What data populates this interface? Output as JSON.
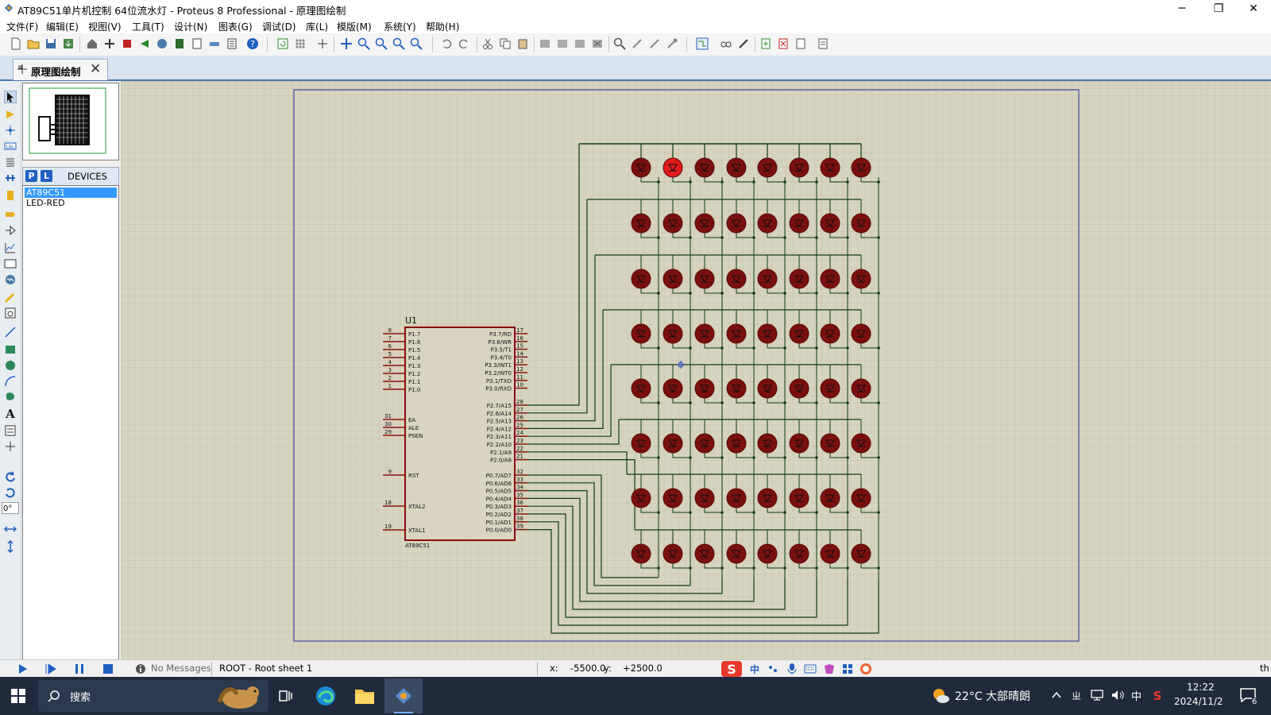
{
  "window": {
    "title": "AT89C51单片机控制 64位流水灯 - Proteus 8 Professional - 原理图绘制",
    "minimize_glyph": "─",
    "maximize_glyph": "❐",
    "close_glyph": "✕"
  },
  "menu": {
    "items": [
      "文件(F)",
      "编辑(E)",
      "视图(V)",
      "工具(T)",
      "设计(N)",
      "图表(G)",
      "调试(D)",
      "库(L)",
      "模版(M)",
      "系统(Y)",
      "帮助(H)"
    ]
  },
  "tab": {
    "label": "原理图绘制",
    "close_glyph": "✕"
  },
  "devices": {
    "p_label": "P",
    "l_label": "L",
    "header": "DEVICES",
    "items": [
      "AT89C51",
      "LED-RED"
    ],
    "selected": "AT89C51"
  },
  "rotation": {
    "value": "0°"
  },
  "schematic": {
    "chip_ref": "U1",
    "chip_name": "AT89C51",
    "left_pins": [
      {
        "num": "8",
        "name": "P1.7"
      },
      {
        "num": "7",
        "name": "P1.6"
      },
      {
        "num": "6",
        "name": "P1.5"
      },
      {
        "num": "5",
        "name": "P1.4"
      },
      {
        "num": "4",
        "name": "P1.3"
      },
      {
        "num": "3",
        "name": "P1.2"
      },
      {
        "num": "2",
        "name": "P1.1"
      },
      {
        "num": "1",
        "name": "P1.0"
      },
      {
        "num": "31",
        "name": "EA"
      },
      {
        "num": "30",
        "name": "ALE"
      },
      {
        "num": "29",
        "name": "PSEN"
      },
      {
        "num": "9",
        "name": "RST"
      },
      {
        "num": "18",
        "name": "XTAL2"
      },
      {
        "num": "19",
        "name": "XTAL1"
      }
    ],
    "p3_pins": [
      {
        "num": "17",
        "name": "P3.7/RD"
      },
      {
        "num": "16",
        "name": "P3.6/WR"
      },
      {
        "num": "15",
        "name": "P3.5/T1"
      },
      {
        "num": "14",
        "name": "P3.4/T0"
      },
      {
        "num": "13",
        "name": "P3.3/INT1"
      },
      {
        "num": "12",
        "name": "P3.2/INT0"
      },
      {
        "num": "11",
        "name": "P3.1/TXD"
      },
      {
        "num": "10",
        "name": "P3.0/RXD"
      }
    ],
    "p2_pins": [
      {
        "num": "28",
        "name": "P2.7/A15"
      },
      {
        "num": "27",
        "name": "P2.6/A14"
      },
      {
        "num": "26",
        "name": "P2.5/A13"
      },
      {
        "num": "25",
        "name": "P2.4/A12"
      },
      {
        "num": "24",
        "name": "P2.3/A11"
      },
      {
        "num": "23",
        "name": "P2.2/A10"
      },
      {
        "num": "22",
        "name": "P2.1/A9"
      },
      {
        "num": "21",
        "name": "P2.0/A8"
      }
    ],
    "p0_pins": [
      {
        "num": "32",
        "name": "P0.7/AD7"
      },
      {
        "num": "33",
        "name": "P0.6/AD6"
      },
      {
        "num": "34",
        "name": "P0.5/AD5"
      },
      {
        "num": "35",
        "name": "P0.4/AD4"
      },
      {
        "num": "36",
        "name": "P0.3/AD3"
      },
      {
        "num": "37",
        "name": "P0.2/AD2"
      },
      {
        "num": "38",
        "name": "P0.1/AD1"
      },
      {
        "num": "39",
        "name": "P0.0/AD0"
      }
    ],
    "led_rows": 8,
    "led_cols": 8,
    "lit_led": {
      "row": 0,
      "col": 1
    }
  },
  "colors": {
    "canvas_bg": "#d6d3be",
    "grid_line": "#bcb9a3",
    "sheet_border": "#2a2aa0",
    "wire": "#0f3d0f",
    "chip_fill": "#d8d4c0",
    "chip_border": "#8a0f0f",
    "led_off": "#7a0f0f",
    "led_on": "#e01a1a",
    "selection": "#3399ff"
  },
  "status": {
    "messages": "No Messages",
    "sheet": "ROOT - Root sheet 1",
    "x_label": "x:",
    "x_value": "-5500.0",
    "y_label": "y:",
    "y_value": "+2500.0",
    "ime_zh": "中",
    "right_text": "th"
  },
  "taskbar": {
    "search_placeholder": "搜索",
    "weather": "22°C 大部晴朗",
    "tray_text": "中",
    "time": "12:22",
    "date": "2024/11/2",
    "notification_count": "6"
  }
}
